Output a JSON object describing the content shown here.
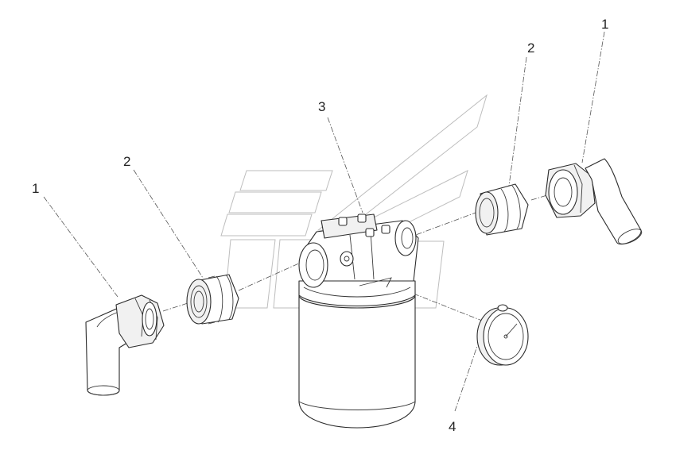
{
  "callouts": {
    "hose_left": "1",
    "hose_right": "1",
    "adapter_left": "2",
    "adapter_right": "2",
    "filter": "3",
    "gauge": "4"
  },
  "watermark": {
    "icon": "logo-watermark-icon",
    "color": "#bdbdbd"
  },
  "colors": {
    "line": "#2b2b2b",
    "leader": "#555555",
    "background": "#ffffff"
  }
}
